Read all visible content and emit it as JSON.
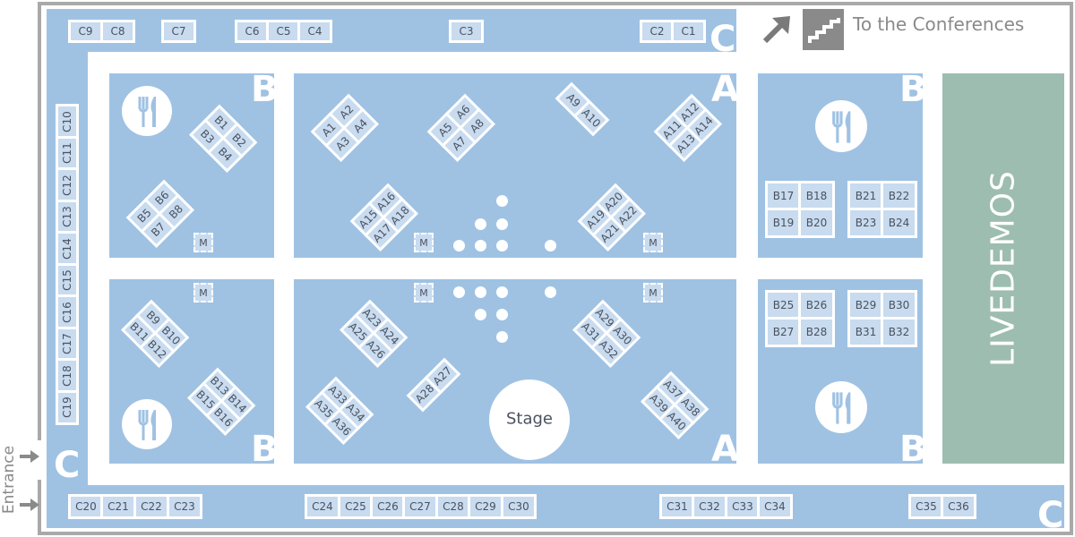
{
  "header": {
    "conference_link": "To the Conferences",
    "stairs_icon": "stairs-icon",
    "arrow_icon": "arrow-up-right-icon"
  },
  "entrance": "Entrance",
  "zones": {
    "A": "A",
    "B": "B",
    "C": "C",
    "live": "LIVEDEMOS",
    "stage": "Stage",
    "m": "M"
  },
  "colors": {
    "zone": "#9fc2e3",
    "booth": "#c8dbef",
    "live": "#9dbdb1",
    "frame": "#a9a9a9"
  },
  "booths_c_top": [
    "C9",
    "C8",
    "C7",
    "C6",
    "C5",
    "C4",
    "C3",
    "C2",
    "C1"
  ],
  "booths_c_left": [
    "C10",
    "C11",
    "C12",
    "C13",
    "C14",
    "C15",
    "C16",
    "C17",
    "C18",
    "C19"
  ],
  "booths_c_bottom": [
    "C20",
    "C21",
    "C22",
    "C23",
    "C24",
    "C25",
    "C26",
    "C27",
    "C28",
    "C29",
    "C30",
    "C31",
    "C32",
    "C33",
    "C34",
    "C35",
    "C36"
  ],
  "booths_a": [
    "A1",
    "A2",
    "A3",
    "A4",
    "A5",
    "A6",
    "A7",
    "A8",
    "A9",
    "A10",
    "A11",
    "A12",
    "A13",
    "A14",
    "A15",
    "A16",
    "A17",
    "A18",
    "A19",
    "A20",
    "A21",
    "A22",
    "A23",
    "A24",
    "A25",
    "A26",
    "A27",
    "A28",
    "A29",
    "A30",
    "A31",
    "A32",
    "A33",
    "A34",
    "A35",
    "A36",
    "A37",
    "A38",
    "A39",
    "A40"
  ],
  "booths_b": [
    "B1",
    "B2",
    "B3",
    "B4",
    "B5",
    "B6",
    "B7",
    "B8",
    "B9",
    "B10",
    "B11",
    "B12",
    "B13",
    "B14",
    "B15",
    "B16",
    "B17",
    "B18",
    "B19",
    "B20",
    "B21",
    "B22",
    "B23",
    "B24",
    "B25",
    "B26",
    "B27",
    "B28",
    "B29",
    "B30",
    "B31",
    "B32"
  ]
}
